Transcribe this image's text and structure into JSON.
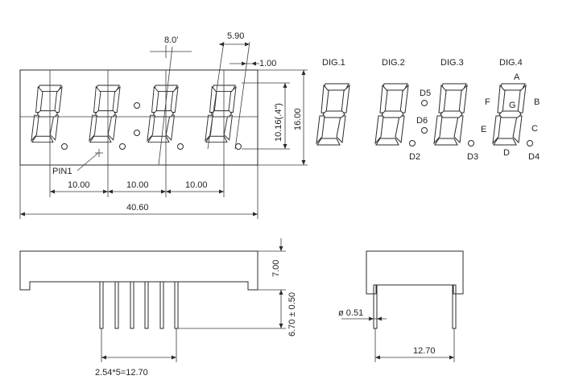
{
  "front_view": {
    "dim_decimal_angle": "8.0'",
    "dim_digit_height": "5.90",
    "dim_segment_width": "1.00",
    "dim_digit_height_vertical": "10.16(.4\")",
    "dim_total_height": "16.00",
    "pin1_label": "PIN1",
    "dim_pitch_1": "10.00",
    "dim_pitch_2": "10.00",
    "dim_pitch_3": "10.00",
    "dim_total_width": "40.60"
  },
  "schematic": {
    "digit_labels": [
      "DIG.1",
      "DIG.2",
      "DIG.3",
      "DIG.4"
    ],
    "segment_labels": {
      "a": "A",
      "b": "B",
      "c": "C",
      "d": "D",
      "e": "E",
      "f": "F",
      "g": "G"
    },
    "dot_labels": {
      "d2": "D2",
      "d3": "D3",
      "d4": "D4",
      "d5": "D5",
      "d6": "D6"
    }
  },
  "side_view": {
    "dim_body_height": "7.00",
    "dim_pin_length": "6.70 ± 0.50",
    "dim_pin_pitch": "2.54*5=12.70"
  },
  "end_view": {
    "dim_pin_diameter": "ø 0.51",
    "dim_row_spacing": "12.70"
  }
}
